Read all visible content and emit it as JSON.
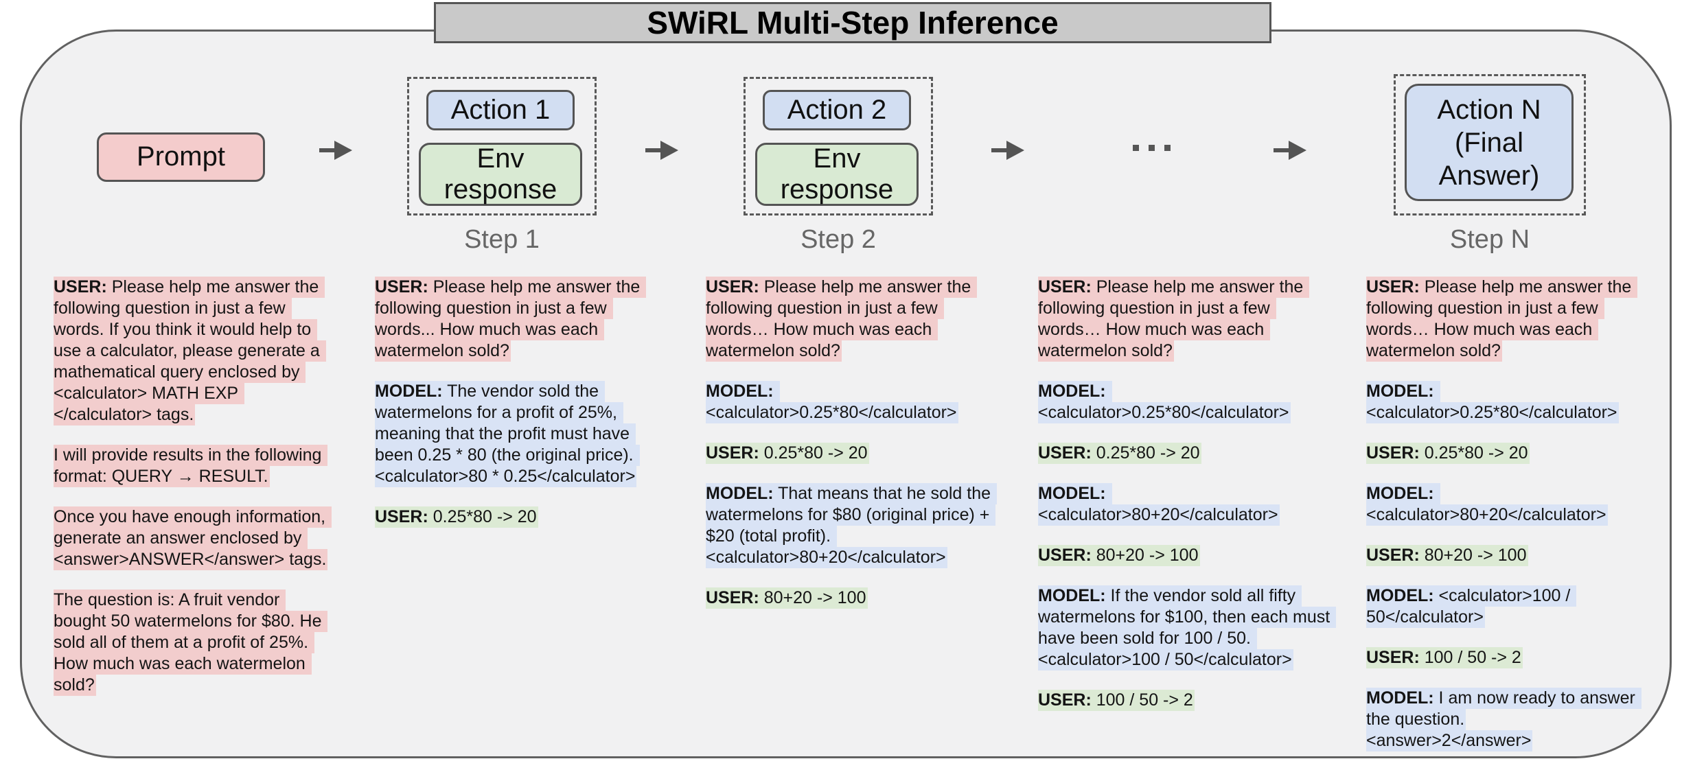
{
  "title": "SWiRL Multi-Step Inference",
  "flow": {
    "prompt_label": "Prompt",
    "steps": [
      {
        "action_label": "Action 1",
        "env_label": "Env response",
        "step_label": "Step 1"
      },
      {
        "action_label": "Action 2",
        "env_label": "Env response",
        "step_label": "Step 2"
      }
    ],
    "final_step": {
      "action_label": "Action N (Final Answer)",
      "step_label": "Step N"
    }
  },
  "colors": {
    "pink": "#f4cccc",
    "pink_highlight": "#f2cdcd",
    "blue_box": "#d2def2",
    "blue_highlight": "#d9e3f5",
    "green": "#d9ead3",
    "green_highlight": "#dcead4"
  },
  "columns": [
    {
      "name": "prompt-transcript",
      "blocks": [
        {
          "role": "user",
          "label": "USER:",
          "text": "Please help me answer the following question in just a few words. If you think it would help to use a calculator, please generate a mathematical query enclosed by <calculator> MATH EXP </calculator> tags."
        },
        {
          "role": "user",
          "label": "",
          "text": "I will provide results in the following format: QUERY → RESULT."
        },
        {
          "role": "user",
          "label": "",
          "text": "Once you have enough information, generate an answer enclosed by <answer>ANSWER</answer> tags."
        },
        {
          "role": "user",
          "label": "",
          "text": "The question is: A fruit vendor bought 50 watermelons for $80. He sold all of them at a profit of 25%. How much was each watermelon sold?"
        }
      ]
    },
    {
      "name": "step-1-transcript",
      "blocks": [
        {
          "role": "user",
          "label": "USER:",
          "text": "Please help me answer the following question in just a few words... How much was each watermelon sold?"
        },
        {
          "role": "model",
          "label": "MODEL:",
          "text": "The vendor sold the watermelons for a profit of 25%, meaning that the profit must have been 0.25 * 80 (the original price). <calculator>80 * 0.25</calculator>"
        },
        {
          "role": "env",
          "label": "USER:",
          "text": "0.25*80 -> 20"
        }
      ]
    },
    {
      "name": "step-2-transcript",
      "blocks": [
        {
          "role": "user",
          "label": "USER:",
          "text": "Please help me answer the following question in just a few words… How much was each watermelon sold?"
        },
        {
          "role": "model",
          "label": "MODEL:",
          "text": "<calculator>0.25*80</calculator>"
        },
        {
          "role": "env",
          "label": "USER:",
          "text": "0.25*80 -> 20"
        },
        {
          "role": "model",
          "label": "MODEL:",
          "text": "That means that he sold the watermelons for $80 (original price) + $20 (total profit). <calculator>80+20</calculator>"
        },
        {
          "role": "env",
          "label": "USER:",
          "text": "80+20 -> 100"
        }
      ]
    },
    {
      "name": "step-k-transcript",
      "blocks": [
        {
          "role": "user",
          "label": "USER:",
          "text": "Please help me answer the following question in just a few words… How much was each watermelon sold?"
        },
        {
          "role": "model",
          "label": "MODEL:",
          "text": "<calculator>0.25*80</calculator>"
        },
        {
          "role": "env",
          "label": "USER:",
          "text": "0.25*80 -> 20"
        },
        {
          "role": "model",
          "label": "MODEL:",
          "text": "<calculator>80+20</calculator>"
        },
        {
          "role": "env",
          "label": "USER:",
          "text": "80+20 -> 100"
        },
        {
          "role": "model",
          "label": "MODEL:",
          "text": "If the vendor sold all fifty watermelons for $100, then each must have been sold for 100 / 50. <calculator>100 / 50</calculator>"
        },
        {
          "role": "env",
          "label": "USER:",
          "text": "100 / 50 -> 2"
        }
      ]
    },
    {
      "name": "step-n-transcript",
      "blocks": [
        {
          "role": "user",
          "label": "USER:",
          "text": "Please help me answer the following question in just a few words… How much was each watermelon sold?"
        },
        {
          "role": "model",
          "label": "MODEL:",
          "text": "<calculator>0.25*80</calculator>"
        },
        {
          "role": "env",
          "label": "USER:",
          "text": "0.25*80 -> 20"
        },
        {
          "role": "model",
          "label": "MODEL:",
          "text": "<calculator>80+20</calculator>"
        },
        {
          "role": "env",
          "label": "USER:",
          "text": "80+20 -> 100"
        },
        {
          "role": "model",
          "label": "MODEL:",
          "text": "<calculator>100 / 50</calculator>"
        },
        {
          "role": "env",
          "label": "USER:",
          "text": "100 / 50 -> 2"
        },
        {
          "role": "model",
          "label": "MODEL:",
          "text": "I am now ready to answer the question.\n<answer>2</answer>"
        }
      ]
    }
  ]
}
